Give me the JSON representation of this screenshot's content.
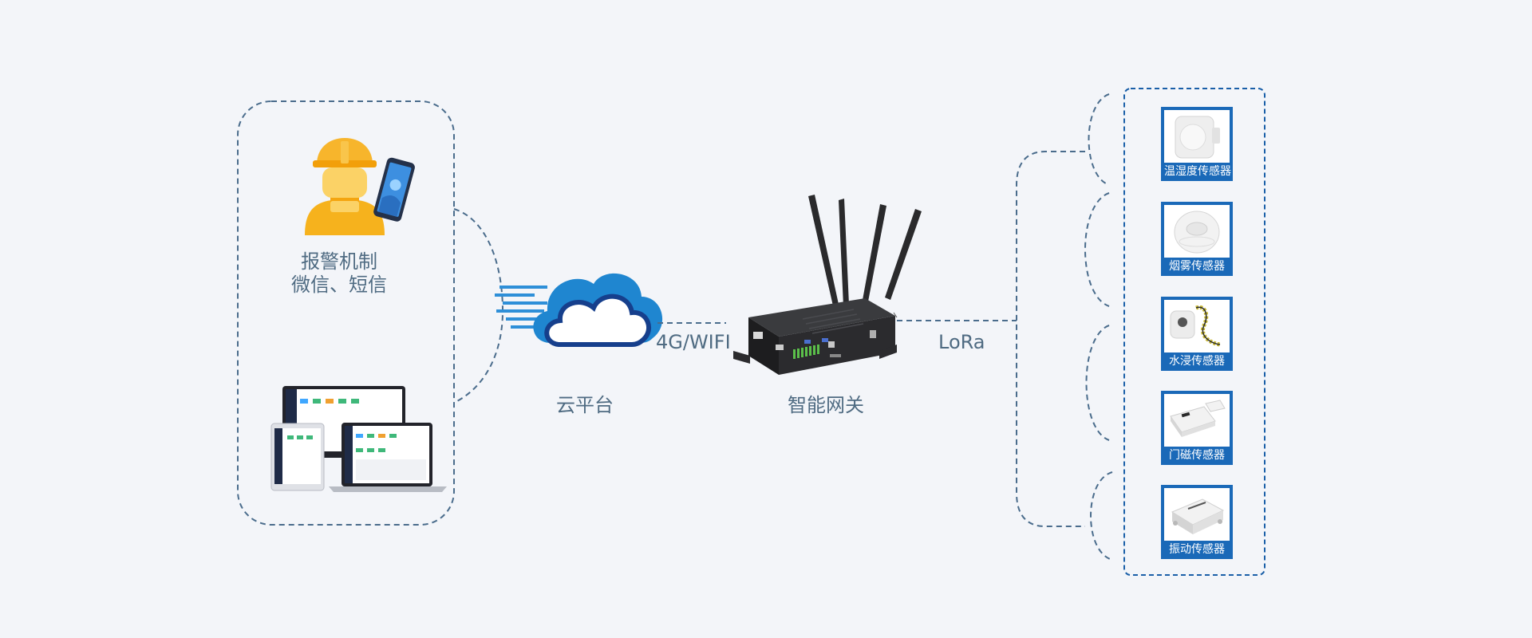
{
  "labels": {
    "alarm_line1": "报警机制",
    "alarm_line2": "微信、短信",
    "cloud": "云平台",
    "gateway": "智能网关",
    "link_4g": "4G/WIFI",
    "link_lora": "LoRa"
  },
  "sensors": [
    {
      "name": "温湿度传感器",
      "icon": "temperature-humidity-sensor-icon"
    },
    {
      "name": "烟雾传感器",
      "icon": "smoke-sensor-icon"
    },
    {
      "name": "水浸传感器",
      "icon": "water-leak-sensor-icon"
    },
    {
      "name": "门磁传感器",
      "icon": "door-magnetic-sensor-icon"
    },
    {
      "name": "振动传感器",
      "icon": "vibration-sensor-icon"
    }
  ],
  "colors": {
    "background": "#f3f5f9",
    "dashed_line": "#4a6c8c",
    "sensor_card": "#1a69b8",
    "sensor_border": "#1a5fa8",
    "label_text": "#4f6b82",
    "cloud_blue": "#1f86d0",
    "helmet_yellow": "#f6b21d"
  }
}
